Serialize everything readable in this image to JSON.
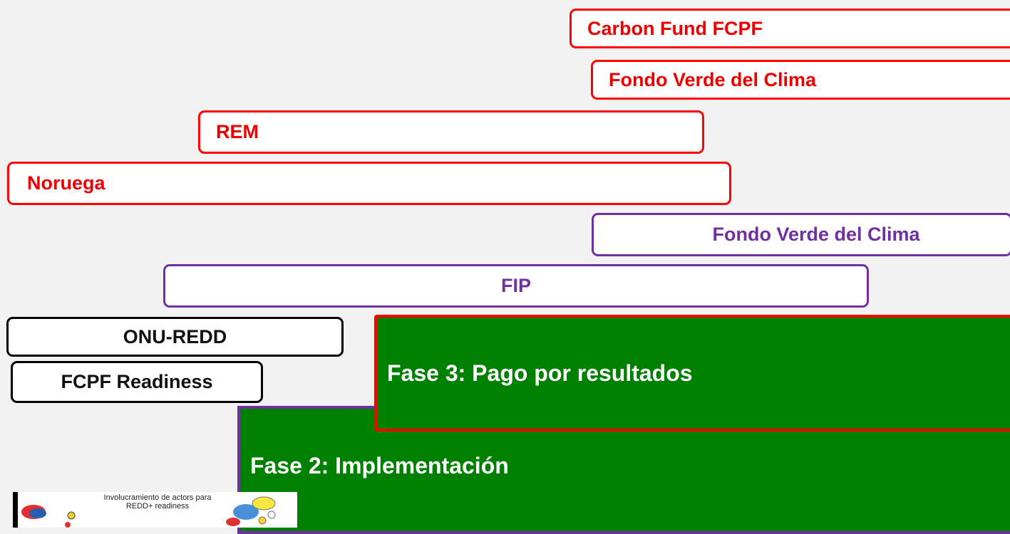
{
  "funding": {
    "carbon_fund": "Carbon Fund FCPF",
    "fondo_verde_red": "Fondo Verde del Clima",
    "rem": "REM",
    "noruega": "Noruega",
    "fondo_verde_purple": "Fondo Verde del Clima",
    "fip": "FIP",
    "onu_redd": "ONU-REDD",
    "fcpf_readiness": "FCPF Readiness"
  },
  "phases": {
    "phase3": "Fase 3: Pago por resultados",
    "phase2": "Fase 2: Implementación"
  },
  "thumbnail": {
    "line1": "Involucramiento de actors para",
    "line2": "REDD+ readiness"
  },
  "colors": {
    "red": "#ff0000",
    "purple": "#7030a0",
    "green": "#008000",
    "black": "#000000"
  }
}
